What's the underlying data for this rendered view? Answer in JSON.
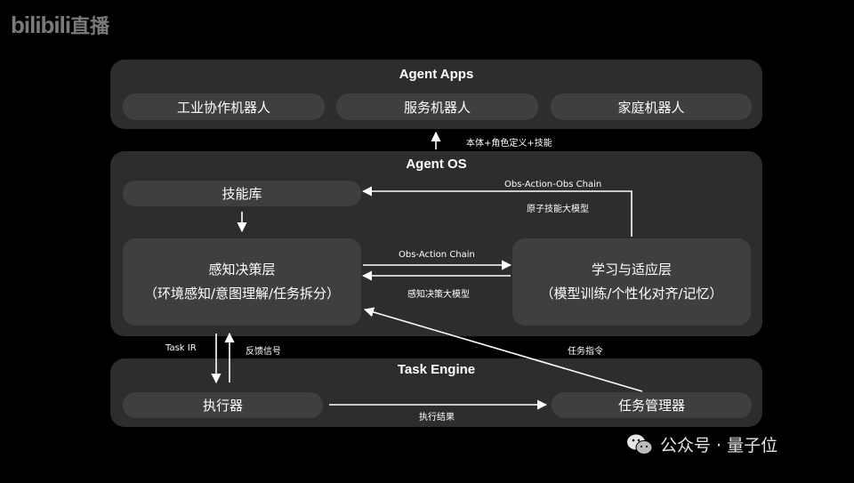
{
  "logo": {
    "brand": "bilibili",
    "suffix": "直播"
  },
  "agent_apps": {
    "title": "Agent Apps",
    "items": [
      "工业协作机器人",
      "服务机器人",
      "家庭机器人"
    ]
  },
  "connector_label": "本体+角色定义+技能",
  "agent_os": {
    "title": "Agent OS",
    "skill_lib": "技能库",
    "perception": {
      "line1": "感知决策层",
      "line2": "（环境感知/意图理解/任务拆分）"
    },
    "learning": {
      "line1": "学习与适应层",
      "line2": "（模型训练/个性化对齐/记忆）"
    }
  },
  "edge_labels": {
    "obs_action_obs": "Obs-Action-Obs Chain",
    "atomic_model": "原子技能大模型",
    "obs_action": "Obs-Action Chain",
    "perception_model": "感知决策大模型",
    "task_ir": "Task IR",
    "feedback": "反馈信号",
    "task_command": "任务指令",
    "exec_result": "执行结果"
  },
  "task_engine": {
    "title": "Task Engine",
    "executor": "执行器",
    "task_manager": "任务管理器"
  },
  "watermark": {
    "text": "公众号 · 量子位"
  },
  "colors": {
    "background": "#000000",
    "panel": "#2d2d2d",
    "pill": "#3f3f3f",
    "text": "#ffffff"
  }
}
